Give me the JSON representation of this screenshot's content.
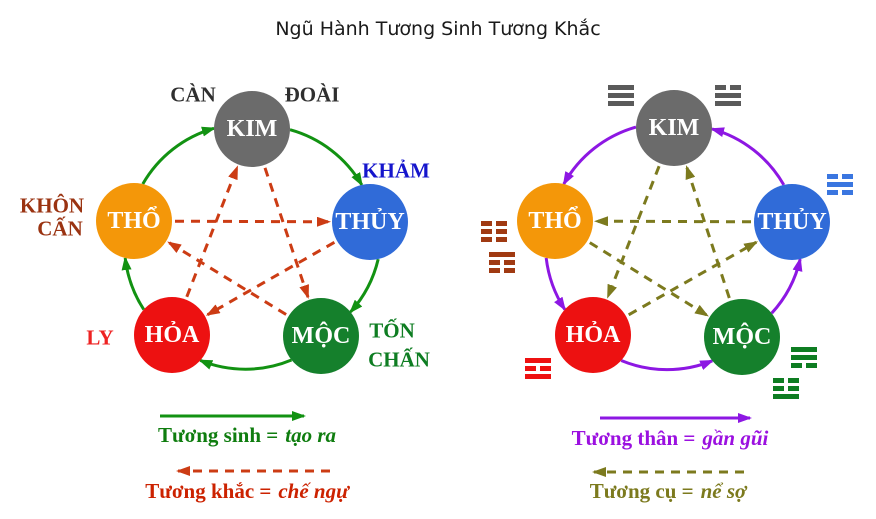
{
  "title": "Ngũ Hành Tương Sinh Tương Khắc",
  "elements": [
    {
      "id": "kim",
      "label": "KIM",
      "color": "#6b6b6b"
    },
    {
      "id": "tho",
      "label": "THỔ",
      "color": "#f49709"
    },
    {
      "id": "thuy",
      "label": "THỦY",
      "color": "#306bd8"
    },
    {
      "id": "hoa",
      "label": "HỎA",
      "color": "#ed1111"
    },
    {
      "id": "moc",
      "label": "MỘC",
      "color": "#15802c"
    }
  ],
  "left_diagram": {
    "trigram_labels": [
      {
        "id": "can",
        "text": "CÀN",
        "color": "#2f2f2f"
      },
      {
        "id": "doai",
        "text": "ĐOÀI",
        "color": "#2f2f2f"
      },
      {
        "id": "kham",
        "text": "KHẢM",
        "color": "#1515cc"
      },
      {
        "id": "khon",
        "text": "KHÔN",
        "color": "#9a3311"
      },
      {
        "id": "canw",
        "text": "CẤN",
        "color": "#9a3311"
      },
      {
        "id": "ly",
        "text": "LY",
        "color": "#ee2222"
      },
      {
        "id": "ton",
        "text": "TỐN",
        "color": "#0e7d22"
      },
      {
        "id": "chan",
        "text": "CHẤN",
        "color": "#0e7d22"
      }
    ],
    "generating_cycle": [
      [
        "tho",
        "kim"
      ],
      [
        "kim",
        "thuy"
      ],
      [
        "thuy",
        "moc"
      ],
      [
        "moc",
        "hoa"
      ],
      [
        "hoa",
        "tho"
      ]
    ],
    "overcoming_cycle": [
      [
        "kim",
        "moc"
      ],
      [
        "moc",
        "tho"
      ],
      [
        "tho",
        "thuy"
      ],
      [
        "thuy",
        "hoa"
      ],
      [
        "hoa",
        "kim"
      ]
    ]
  },
  "right_diagram": {
    "trigram_icons": [
      {
        "id": "qian",
        "glyph": "☰",
        "lines": [
          "solid",
          "solid",
          "solid"
        ],
        "color": "#5a5a5a"
      },
      {
        "id": "dui",
        "glyph": "☱",
        "lines": [
          "broken",
          "solid",
          "solid"
        ],
        "color": "#5a5a5a"
      },
      {
        "id": "kan",
        "glyph": "☵",
        "lines": [
          "broken",
          "solid",
          "broken"
        ],
        "color": "#3a76e0"
      },
      {
        "id": "kun",
        "glyph": "☷",
        "lines": [
          "broken",
          "broken",
          "broken"
        ],
        "color": "#a03a12"
      },
      {
        "id": "gen",
        "glyph": "☶",
        "lines": [
          "solid",
          "broken",
          "broken"
        ],
        "color": "#a03a12"
      },
      {
        "id": "li",
        "glyph": "☲",
        "lines": [
          "solid",
          "broken",
          "solid"
        ],
        "color": "#ee1111"
      },
      {
        "id": "xun",
        "glyph": "☴",
        "lines": [
          "solid",
          "solid",
          "broken"
        ],
        "color": "#0e7d22"
      },
      {
        "id": "zhen",
        "glyph": "☳",
        "lines": [
          "broken",
          "broken",
          "solid"
        ],
        "color": "#0e7d22"
      }
    ],
    "closeness_cycle": [
      [
        "kim",
        "tho"
      ],
      [
        "tho",
        "hoa"
      ],
      [
        "hoa",
        "moc"
      ],
      [
        "moc",
        "thuy"
      ],
      [
        "thuy",
        "kim"
      ]
    ],
    "fear_cycle": [
      [
        "moc",
        "kim"
      ],
      [
        "kim",
        "hoa"
      ],
      [
        "hoa",
        "thuy"
      ],
      [
        "thuy",
        "tho"
      ],
      [
        "tho",
        "moc"
      ]
    ]
  },
  "legend": [
    {
      "id": "sinh",
      "label": "Tương sinh =",
      "value": "tạo ra",
      "color": "#0f7d0f"
    },
    {
      "id": "khac",
      "label": "Tương khắc =",
      "value": "chế ngự",
      "color": "#cc2200"
    },
    {
      "id": "than",
      "label": "Tương thân =",
      "value": "gần gũi",
      "color": "#9b10e0"
    },
    {
      "id": "cu",
      "label": "Tương cụ =",
      "value": "nể sợ",
      "color": "#7c7a1e"
    }
  ],
  "arrow_colors": {
    "sinh": "#129212",
    "khac": "#cc3c14",
    "than": "#8d17e3",
    "cu": "#7c7a1e"
  }
}
